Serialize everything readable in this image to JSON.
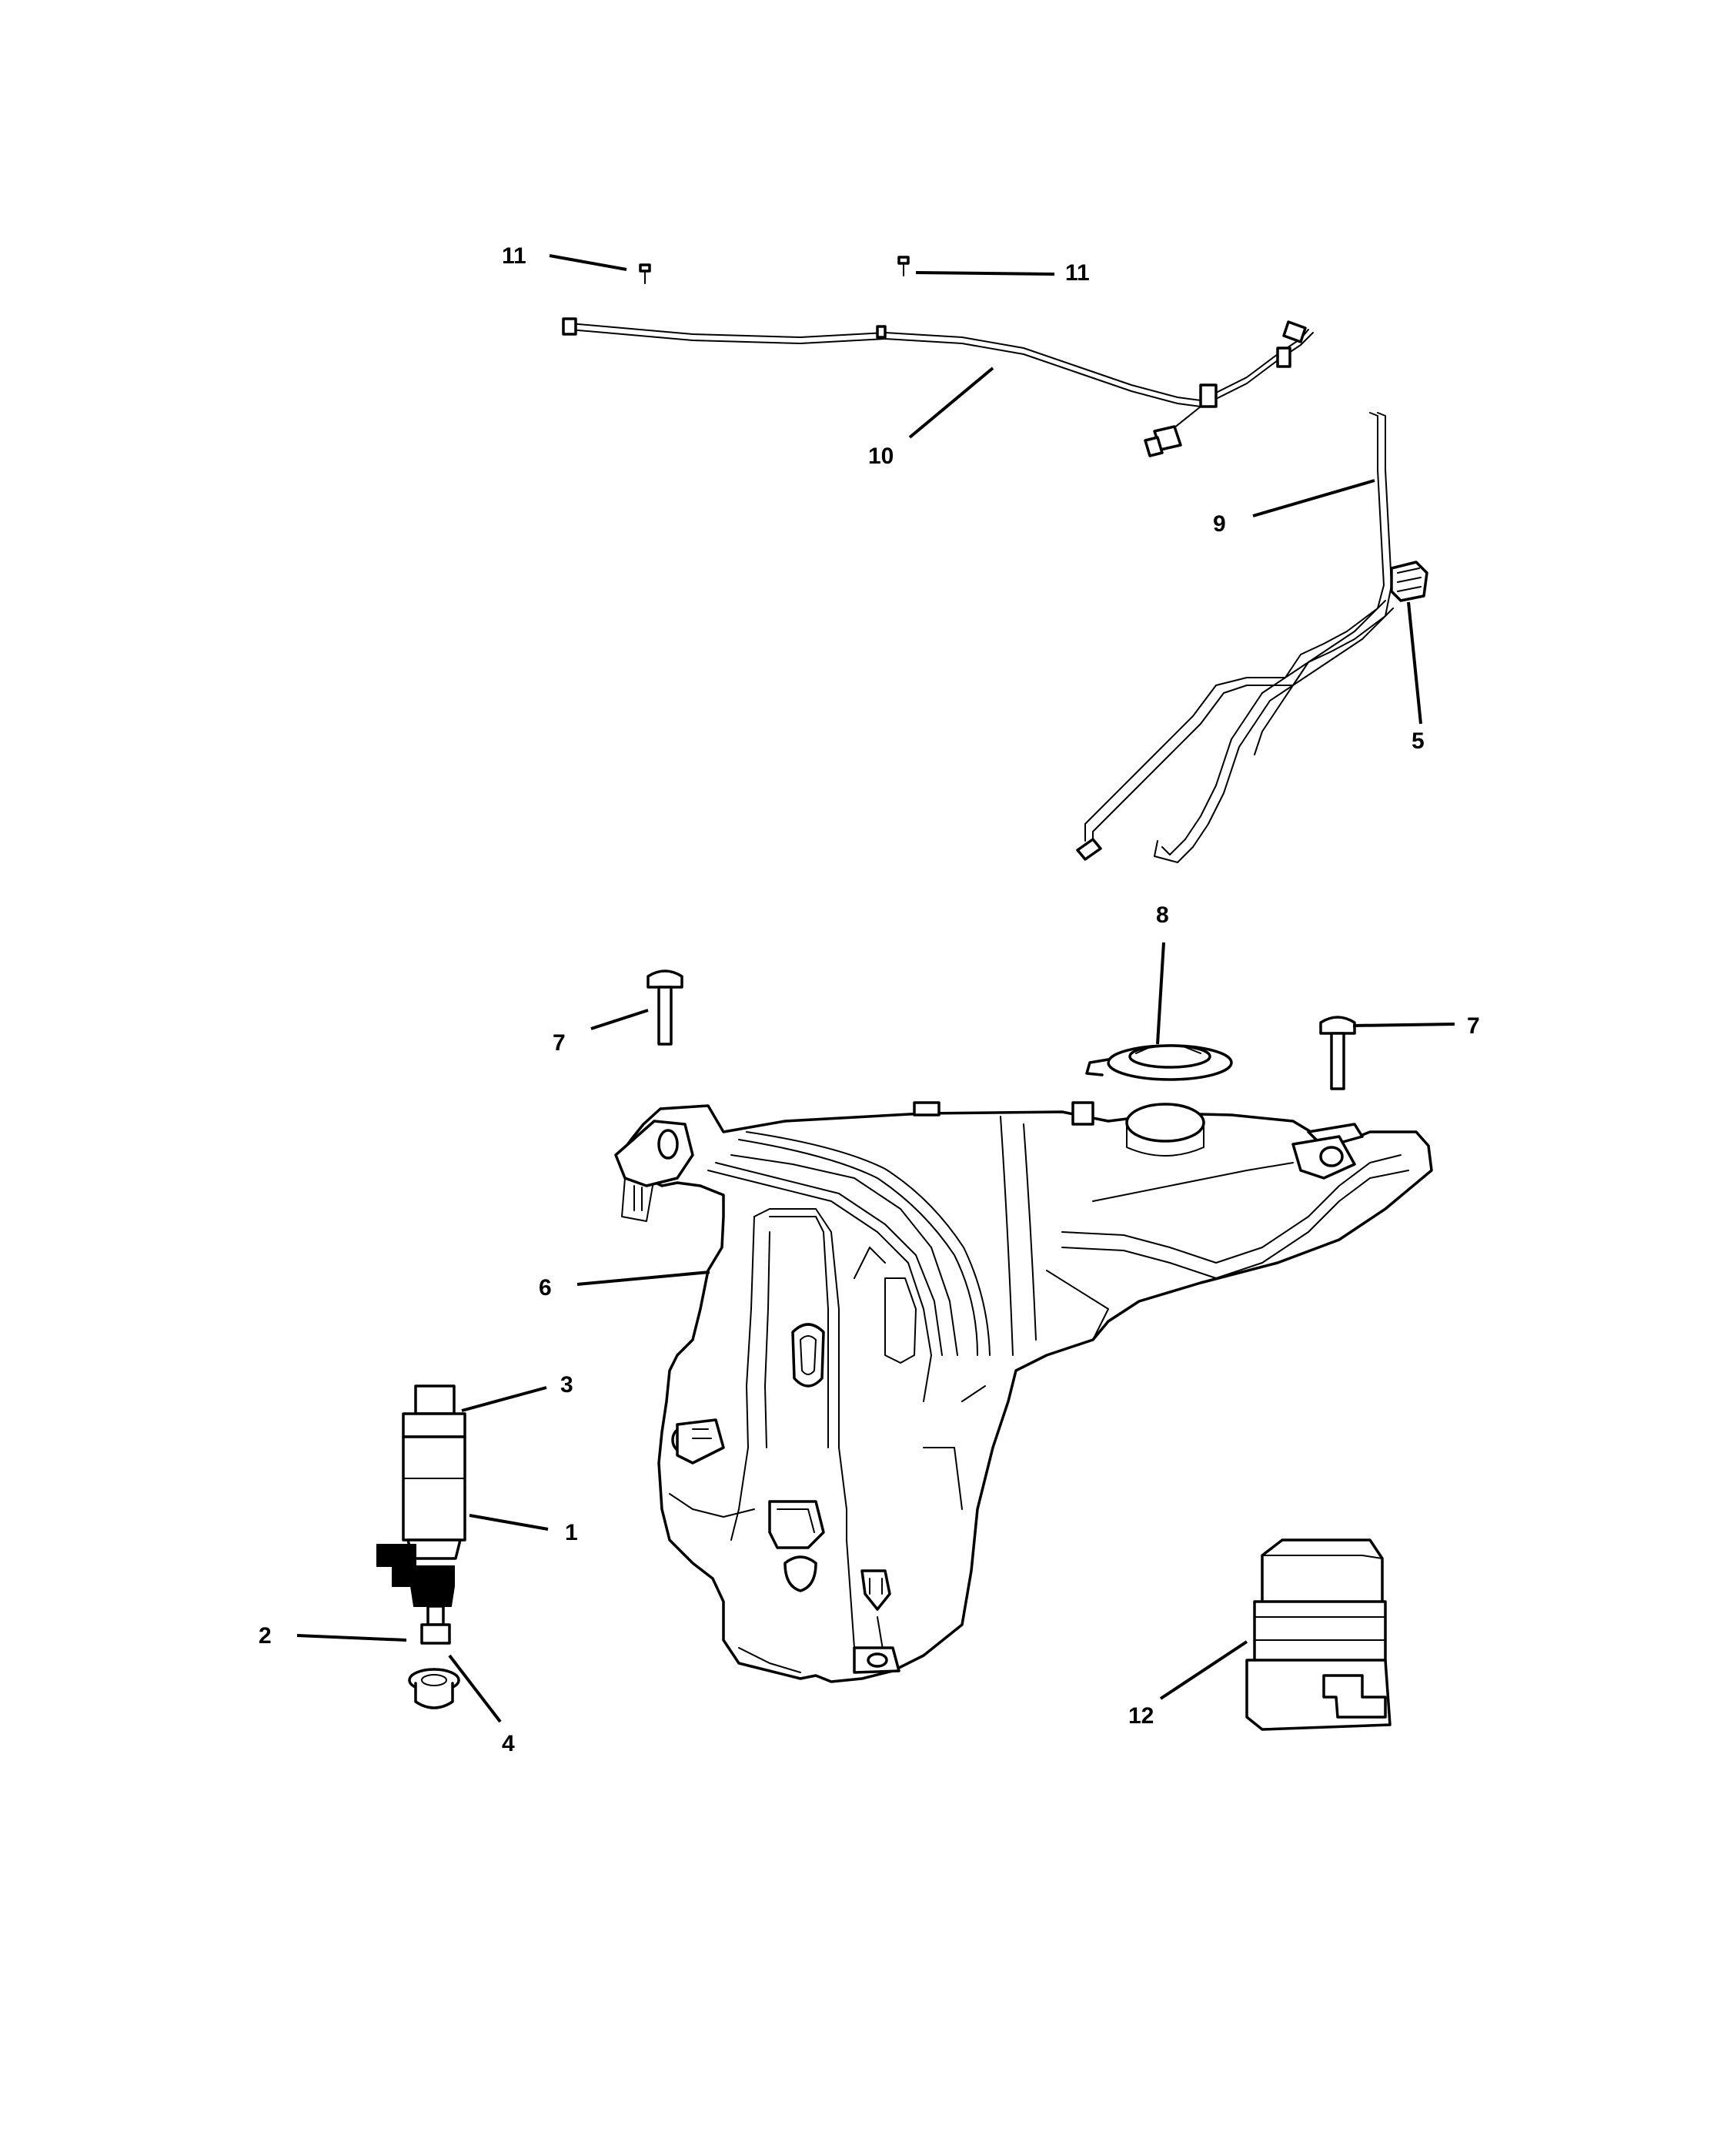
{
  "callouts": {
    "c11_left": "11",
    "c11_right": "11",
    "c10": "10",
    "c9": "9",
    "c5": "5",
    "c8": "8",
    "c7_left": "7",
    "c7_right": "7",
    "c6": "6",
    "c3": "3",
    "c1": "1",
    "c2": "2",
    "c4": "4",
    "c12": "12"
  },
  "colors": {
    "line": "#000000",
    "background": "#ffffff"
  }
}
